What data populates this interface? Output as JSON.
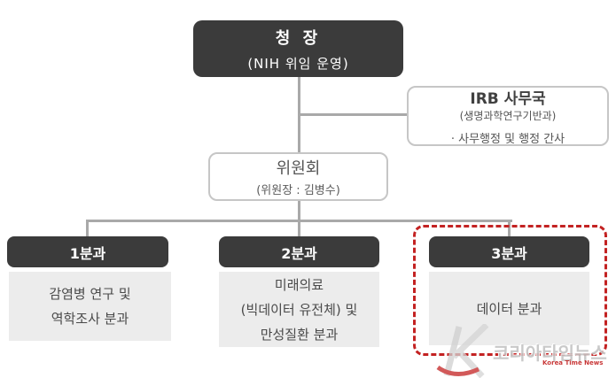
{
  "org_chart": {
    "director": {
      "title": "청 장",
      "subtitle": "(NIH 위임 운영)"
    },
    "irb_office": {
      "title": "IRB 사무국",
      "subtitle": "(생명과학연구기반과)",
      "note": "· 사무행정 및 행정 간사"
    },
    "committee": {
      "title": "위원회",
      "subtitle": "(위원장 : 김병수)"
    },
    "divisions": [
      {
        "label": "1분과",
        "lines": [
          "감염병 연구 및",
          "역학조사 분과"
        ],
        "highlighted": false
      },
      {
        "label": "2분과",
        "lines": [
          "미래의료",
          "(빅데이터 유전체) 및",
          "만성질환 분과"
        ],
        "highlighted": false
      },
      {
        "label": "3분과",
        "lines": [
          "데이터 분과"
        ],
        "highlighted": true
      }
    ]
  },
  "watermark": {
    "logo_letter": "K",
    "brand_text": "코리아타임뉴스",
    "brand_subtext": "Korea Time News"
  },
  "colors": {
    "dark_box": "#3b3b3b",
    "light_box": "#ececec",
    "connector_line": "#a9a9a9",
    "white_box_border": "#c6c6c6",
    "highlight_red": "#c32222",
    "body_text": "#4a4a4a",
    "header_text": "#ffffff"
  }
}
